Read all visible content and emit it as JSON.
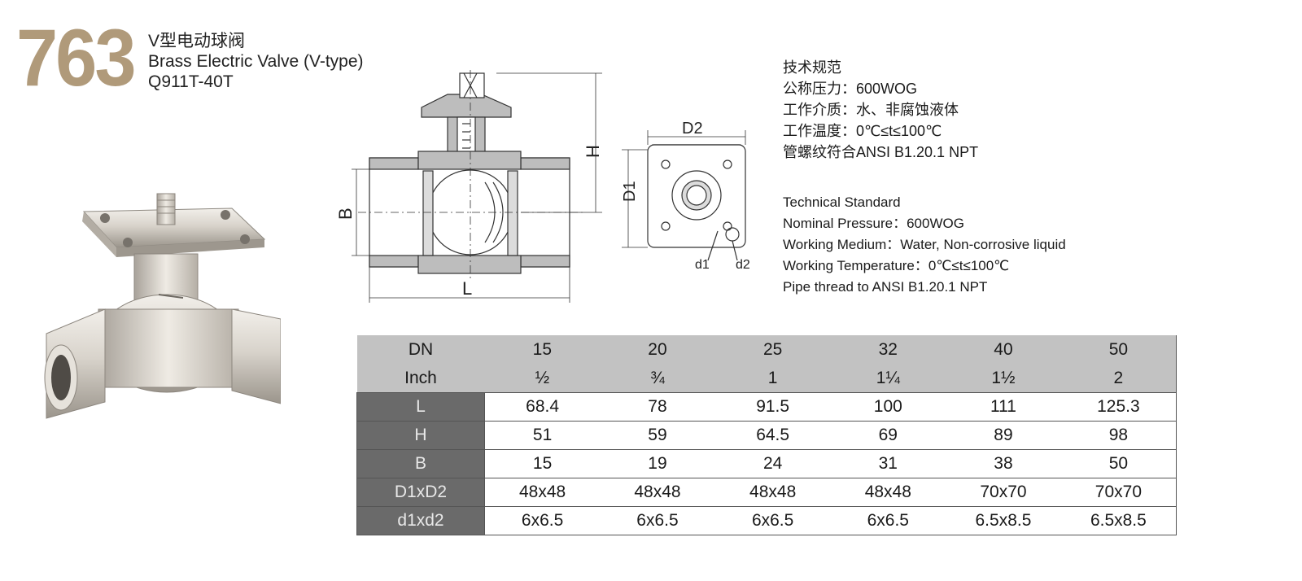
{
  "header": {
    "model_number": "763",
    "title_cn": "V型电动球阀",
    "title_en": "Brass Electric Valve (V-type)",
    "model_code": "Q911T-40T"
  },
  "drawing_labels": {
    "H": "H",
    "B": "B",
    "L": "L",
    "D1": "D1",
    "D2": "D2",
    "d1": "d1",
    "d2": "d2"
  },
  "spec_cn": {
    "heading": "技术规范",
    "pressure": "公称压力：600WOG",
    "medium": "工作介质：水、非腐蚀液体",
    "temperature": "工作温度：0℃≤t≤100℃",
    "thread": "管螺纹符合ANSI B1.20.1 NPT"
  },
  "spec_en": {
    "heading": "Technical Standard",
    "pressure": "Nominal Pressure：600WOG",
    "medium": "Working Medium：Water, Non-corrosive liquid",
    "temperature": "Working Temperature：0℃≤t≤100℃",
    "thread": "Pipe thread to ANSI B1.20.1 NPT"
  },
  "table": {
    "rows": [
      {
        "label": "DN",
        "values": [
          "15",
          "20",
          "25",
          "32",
          "40",
          "50"
        ]
      },
      {
        "label": "Inch",
        "values": [
          "½",
          "¾",
          "1",
          "1¼",
          "1½",
          "2"
        ]
      },
      {
        "label": "L",
        "values": [
          "68.4",
          "78",
          "91.5",
          "100",
          "111",
          "125.3"
        ]
      },
      {
        "label": "H",
        "values": [
          "51",
          "59",
          "64.5",
          "69",
          "89",
          "98"
        ]
      },
      {
        "label": "B",
        "values": [
          "15",
          "19",
          "24",
          "31",
          "38",
          "50"
        ]
      },
      {
        "label": "D1xD2",
        "values": [
          "48x48",
          "48x48",
          "48x48",
          "48x48",
          "70x70",
          "70x70"
        ]
      },
      {
        "label": "d1xd2",
        "values": [
          "6x6.5",
          "6x6.5",
          "6x6.5",
          "6x6.5",
          "6.5x8.5",
          "6.5x8.5"
        ]
      }
    ]
  }
}
